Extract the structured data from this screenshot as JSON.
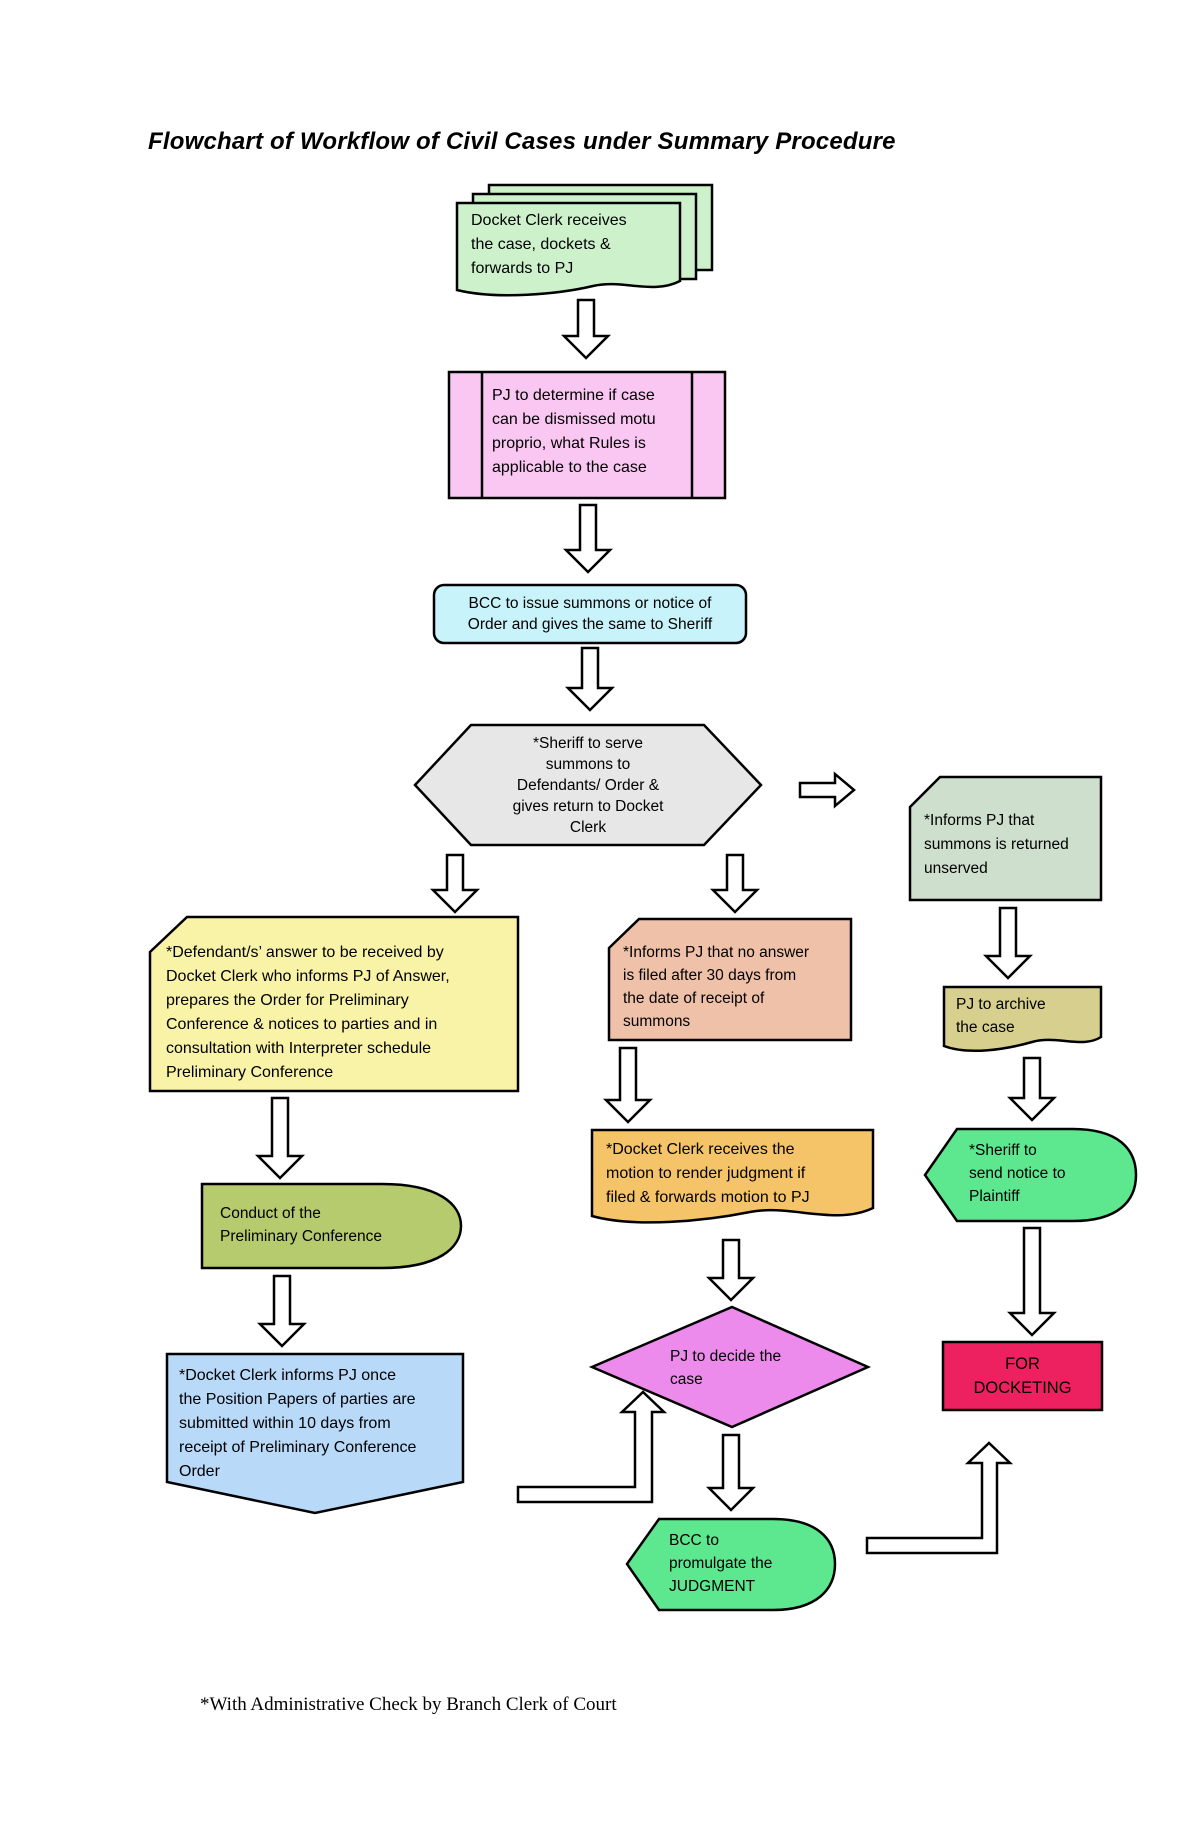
{
  "title": "Flowchart of Workflow of Civil Cases under Summary Procedure",
  "footnote": "*With Administrative Check by Branch Clerk of Court",
  "nodes": {
    "docket_receive": {
      "label": "Docket Clerk receives\nthe case, dockets &\nforwards to PJ",
      "shape": "multi-document",
      "color": "#cdf2cb"
    },
    "pj_determine": {
      "label": "PJ to determine if case\ncan be dismissed motu\nproprio, what Rules is\napplicable to the case",
      "shape": "predefined-process",
      "color": "#f9c7f2"
    },
    "bcc_summons": {
      "label": "BCC to issue summons or notice of\nOrder and gives the same to Sheriff",
      "shape": "rounded-rectangle",
      "color": "#c9f3fa"
    },
    "sheriff_serve": {
      "label": "*Sheriff to serve\nsummons to\nDefendants/ Order &\ngives return to Docket\nClerk",
      "shape": "hexagon",
      "color": "#e7e7e7"
    },
    "informs_unserved": {
      "label": "*Informs PJ that\nsummons is returned\nunserved",
      "shape": "card",
      "color": "#cfdfce"
    },
    "defendants_answer": {
      "label": "*Defendant/s’ answer to be received by\nDocket Clerk who informs PJ of Answer,\nprepares the Order for Preliminary\nConference & notices to parties and in\nconsultation with Interpreter schedule\nPreliminary Conference",
      "shape": "card",
      "color": "#f9f3a8"
    },
    "informs_no_answer": {
      "label": "*Informs PJ that no answer\nis filed after 30 days from\nthe date of receipt of\nsummons",
      "shape": "card",
      "color": "#f0c1a9"
    },
    "pj_archive": {
      "label": "PJ to archive\nthe case",
      "shape": "document",
      "color": "#d7cf8d"
    },
    "docket_motion": {
      "label": "*Docket Clerk receives the\nmotion to render judgment if\nfiled & forwards motion to PJ",
      "shape": "document",
      "color": "#f6c468"
    },
    "sheriff_notice": {
      "label": "*Sheriff to\nsend notice to\nPlaintiff",
      "shape": "tag",
      "color": "#5de78f"
    },
    "conduct_conference": {
      "label": "Conduct of the\nPreliminary Conference",
      "shape": "delay",
      "color": "#b5cb6e"
    },
    "docket_informs": {
      "label": "*Docket Clerk informs PJ once\nthe Position Papers of parties are\nsubmitted within 10 days from\nreceipt of Preliminary Conference\nOrder",
      "shape": "banner-down",
      "color": "#b9d9f8"
    },
    "pj_decide": {
      "label": "PJ to decide the\ncase",
      "shape": "diamond",
      "color": "#ec8bec"
    },
    "bcc_promulgate": {
      "label": "BCC to\npromulgate the\nJUDGMENT",
      "shape": "tag",
      "color": "#5de78f"
    },
    "for_docketing": {
      "label": "FOR\nDOCKETING",
      "shape": "rectangle",
      "color": "#ee2160"
    }
  }
}
